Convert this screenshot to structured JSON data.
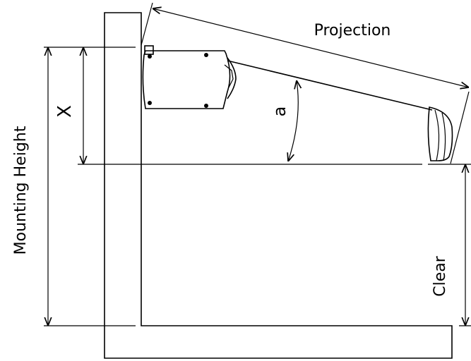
{
  "labels": {
    "projection": "Projection",
    "mounting_height": "Mounting Height",
    "x": "X",
    "angle": "a",
    "clear": "Clear"
  }
}
